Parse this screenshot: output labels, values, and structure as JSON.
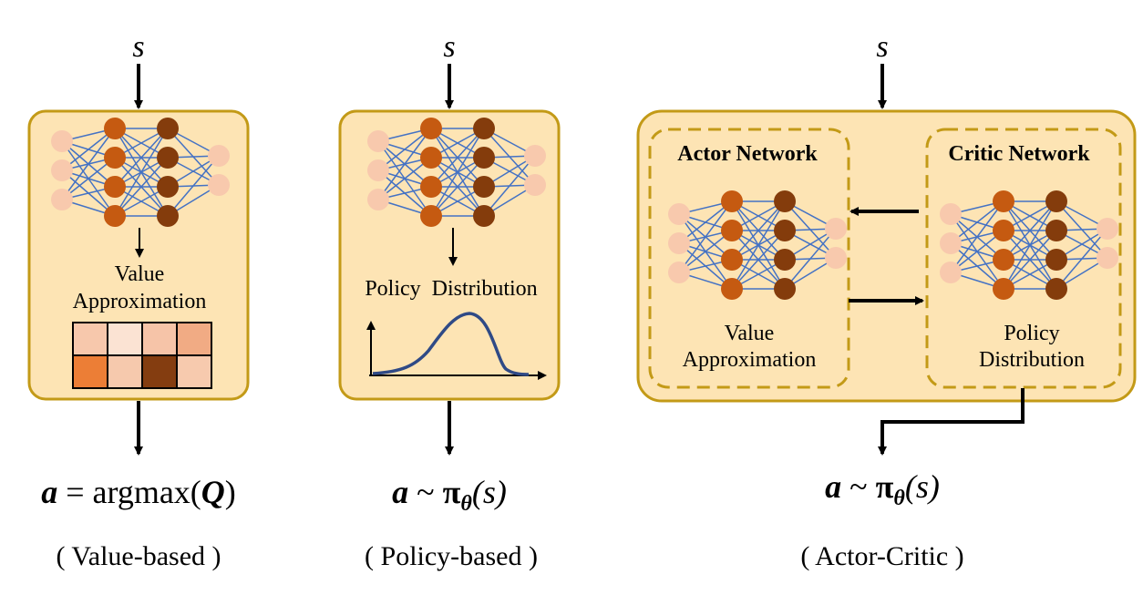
{
  "input_label": "s",
  "value_based": {
    "output_title": "Value Approximation",
    "output_title_lines": [
      "Value",
      "Approximation"
    ],
    "action_lhs": "a",
    "action_eq": " = argmax(",
    "action_q": "Q",
    "action_close": ")",
    "caption": "( Value-based )",
    "heatmap_colors": [
      "#f7c8ac",
      "#fbe3d3",
      "#f6c4a8",
      "#f1ab84",
      "#ec7e36",
      "#f6c9ad",
      "#843d10",
      "#f7caae"
    ]
  },
  "policy_based": {
    "output_title": "Policy  Distribution",
    "action_lhs": "a",
    "action_tilde": " ~ ",
    "action_pi": "π",
    "action_theta": "θ",
    "action_arg": "(s)",
    "caption": "( Policy-based )"
  },
  "actor_critic": {
    "actor_title": "Actor Network",
    "critic_title": "Critic Network",
    "actor_output_lines": [
      "Value",
      "Approximation"
    ],
    "critic_output_lines": [
      "Policy",
      "Distribution"
    ],
    "action_lhs": "a",
    "action_tilde": " ~ ",
    "action_pi": "π",
    "action_theta": "θ",
    "action_arg": "(s)",
    "caption": "( Actor-Critic )"
  },
  "colors": {
    "panel_fill": "#fde4b4",
    "panel_border": "#c39a17",
    "edge": "#4472c4",
    "node_input": "#f8c9ad",
    "node_hidden1": "#c55a11",
    "node_hidden2": "#843c0c",
    "curve": "#2f4a86"
  }
}
